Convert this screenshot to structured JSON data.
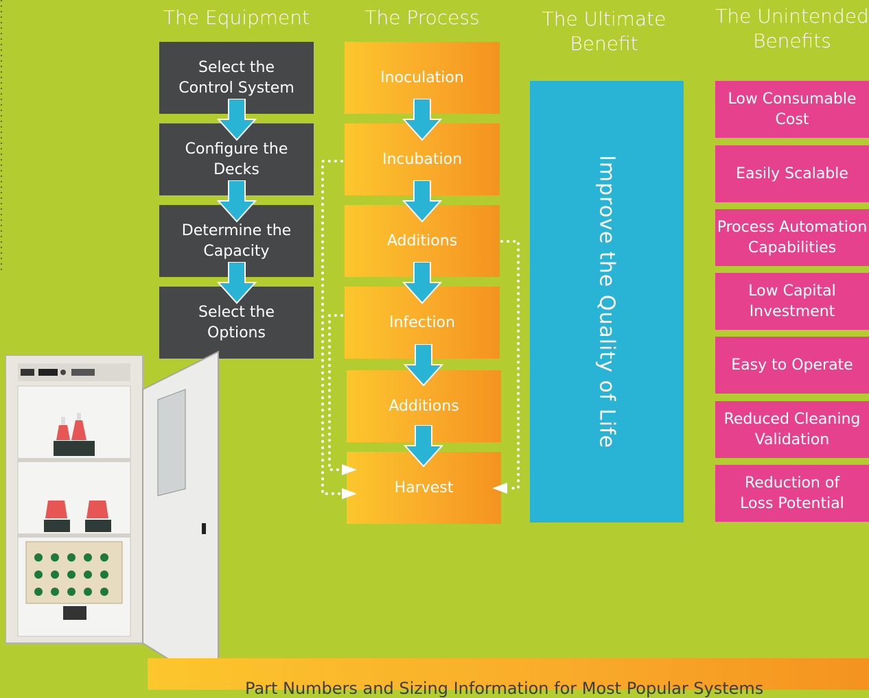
{
  "headings": {
    "equipment": "The Equipment",
    "process": "The Process",
    "ultimate": "The Ultimate Benefit",
    "unintended": "The Unintended Benefits"
  },
  "equipment_steps": [
    "Select the\nControl System",
    "Configure the\nDecks",
    "Determine the\nCapacity",
    "Select the\nOptions"
  ],
  "process_steps": [
    "Inoculation",
    "Incubation",
    "Additions",
    "Infection",
    "Additions",
    "Harvest"
  ],
  "ultimate_benefit": "Improve the Quality of Life",
  "unintended_benefits": [
    "Low Consumable\nCost",
    "Easily Scalable",
    "Process Automation\nCapabilities",
    "Low Capital\nInvestment",
    "Easy to Operate",
    "Reduced Cleaning\nValidation",
    "Reduction of\nLoss Potential"
  ],
  "footer": {
    "text": "Part Numbers and Sizing Information for Most Popular Systems"
  },
  "colors": {
    "background": "#b3cc2f",
    "equipment_box": "#464749",
    "process_gradient_start": "#fcc62d",
    "process_gradient_end": "#f4931f",
    "ultimate_box": "#29b3d5",
    "benefit_box": "#e6418d",
    "arrow": "#29b3d5"
  }
}
